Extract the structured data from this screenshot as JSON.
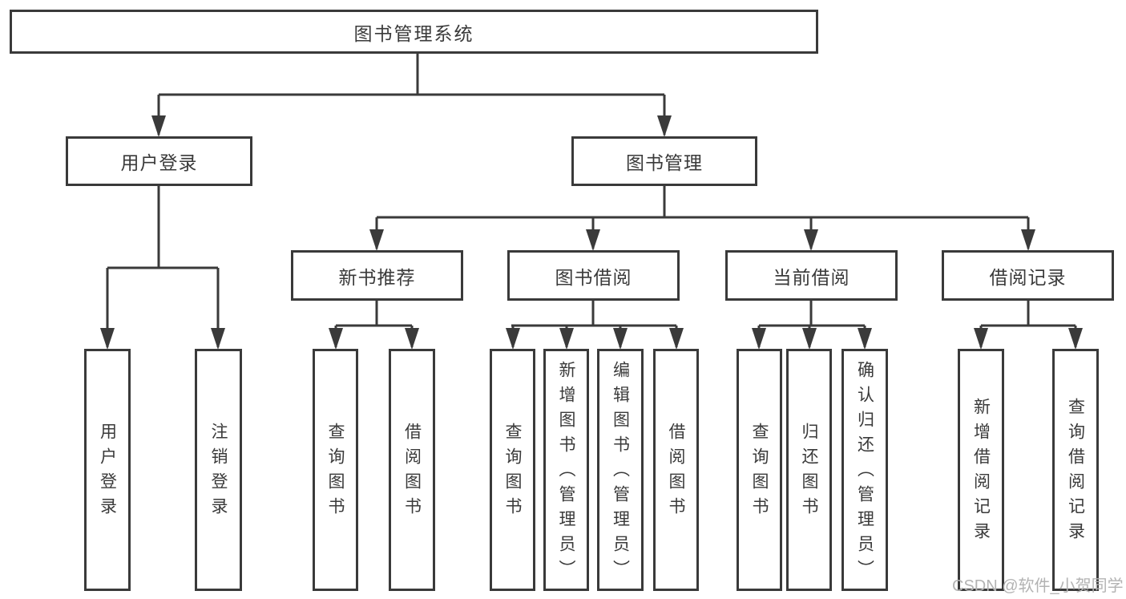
{
  "nodes": {
    "root": "图书管理系统",
    "user_login": "用户登录",
    "book_management": "图书管理",
    "new_book_recommend": "新书推荐",
    "book_borrowing": "图书借阅",
    "current_borrowing": "当前借阅",
    "borrowing_records": "借阅记录"
  },
  "leaves": [
    "用户登录",
    "注销登录",
    "查询图书",
    "借阅图书",
    "查询图书",
    "新增图书（管理员）",
    "编辑图书（管理员）",
    "借阅图书",
    "查询图书",
    "归还图书",
    "确认归还（管理员）",
    "新增借阅记录",
    "查询借阅记录"
  ],
  "watermark": "CSDN @软件_小贺同学",
  "colors": {
    "line": "#3a3a3a",
    "text": "#3a3a3a",
    "watermark": "#b3b3b3",
    "background": "#ffffff"
  }
}
